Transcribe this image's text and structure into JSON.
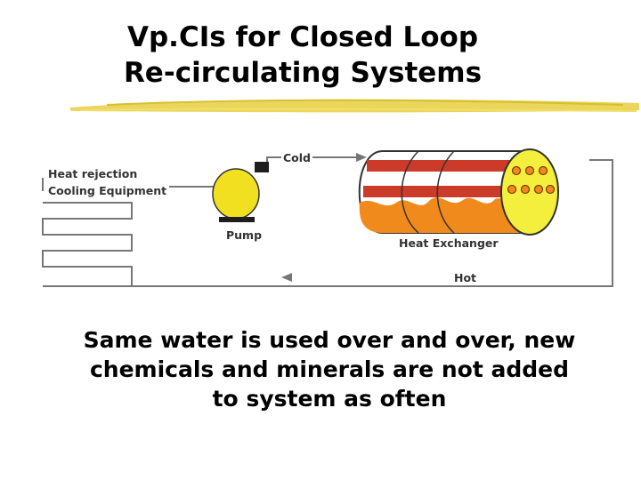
{
  "slide": {
    "title_line1": "Vp.CIs for Closed Loop",
    "title_line2": "Re-circulating Systems",
    "caption_line1": "Same water is used over and over, new",
    "caption_line2": "chemicals and minerals are not added",
    "caption_line3": "to system as often"
  },
  "diagram": {
    "heat_rejection_label": "Heat rejection",
    "cooling_equipment_label": "Cooling Equipment",
    "pump_label": "Pump",
    "cold_label": "Cold",
    "hot_label": "Hot",
    "heat_exchanger_label": "Heat Exchanger",
    "colors": {
      "tube_red": "#cc3a2a",
      "shell_orange": "#f08a1c",
      "pump_yellow": "#f0e020",
      "headers_yellow": "#f4ee3c",
      "line_gray": "#777777",
      "underline_yellow": "#e8d24a"
    }
  }
}
